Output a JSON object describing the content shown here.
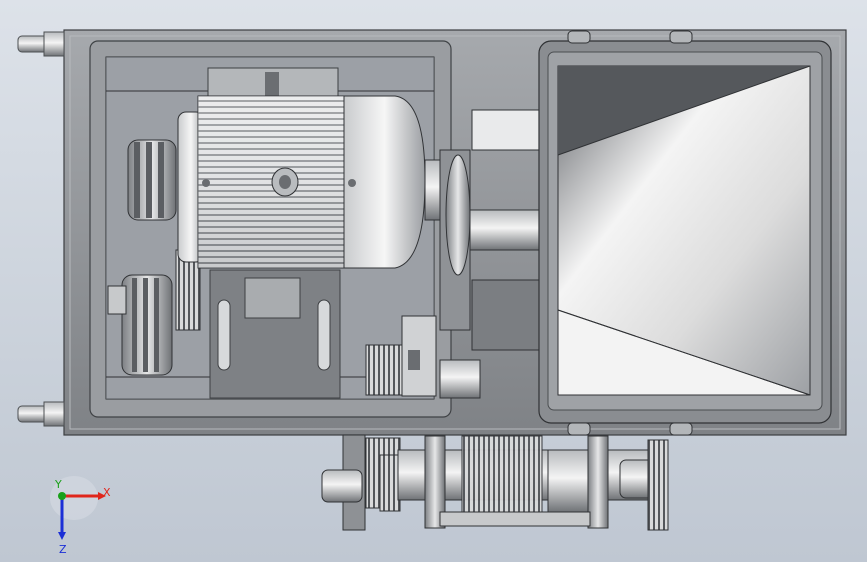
{
  "viewport": {
    "background_top": "#dde2e9",
    "background_bottom": "#bfc7d2"
  },
  "triad": {
    "x_label": "X",
    "y_label": "Y",
    "z_label": "Z",
    "x_color": "#e0261b",
    "y_color": "#19a019",
    "z_color": "#1b2fd6"
  },
  "model": {
    "frame_color": "#8f9296",
    "hopper_color": "#8a8d91",
    "motor_color": "#d4d6d8"
  }
}
